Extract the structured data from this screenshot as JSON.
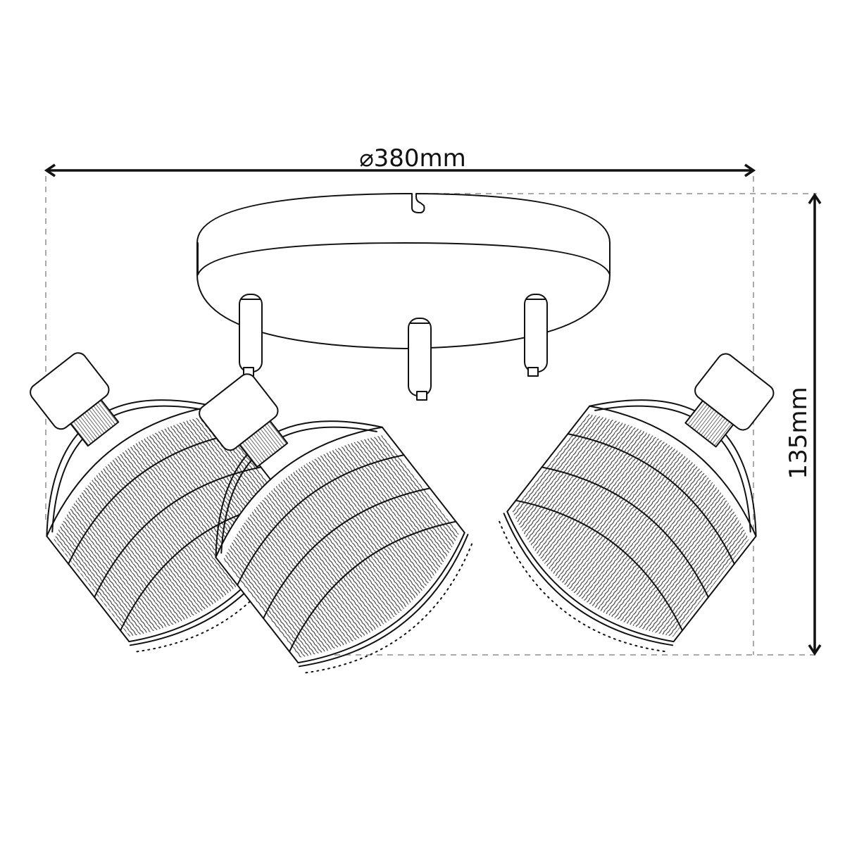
{
  "drawing": {
    "subject": "3-light ceiling spotlight with wire cage shades",
    "background": "#ffffff",
    "line_color": "#111111",
    "guide_color": "#aaaaaa"
  },
  "dimensions": {
    "diameter": {
      "symbol": "⌀",
      "value": "380mm",
      "label": "⌀380mm"
    },
    "height": {
      "value": "135mm",
      "label": "135mm"
    }
  }
}
